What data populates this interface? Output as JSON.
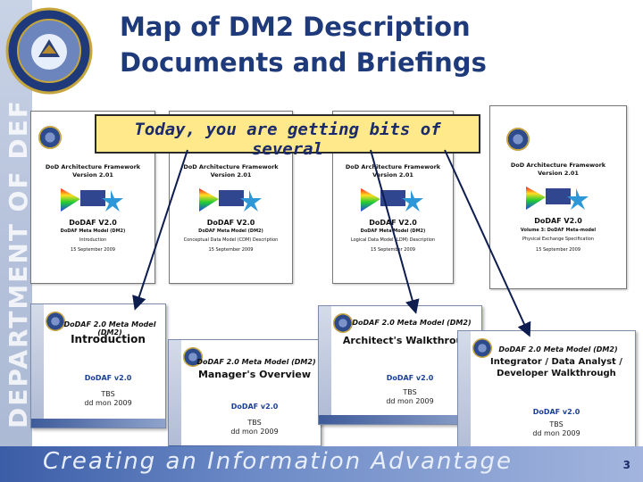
{
  "slide": {
    "title_line1": "Map of DM2 Description",
    "title_line2": "Documents and Briefings",
    "callout": "Today, you are getting bits of several",
    "footer": "Creating an Information Advantage",
    "page_number": "3",
    "left_band_text": "DEPARTMENT OF DEFENSE"
  },
  "documents": [
    {
      "l1": "DoD Architecture Framework",
      "l2": "Version 2.01",
      "brand": "DoDAF V2.0",
      "model": "DoDAF Meta Model (DM2)",
      "sub": "Introduction",
      "date": "15 September 2009"
    },
    {
      "l1": "DoD Architecture Framework",
      "l2": "Version 2.01",
      "brand": "DoDAF V2.0",
      "model": "DoDAF Meta Model (DM2)",
      "sub": "Conceptual Data Model (CDM) Description",
      "date": "15 September 2009"
    },
    {
      "l1": "DoD Architecture Framework",
      "l2": "Version 2.01",
      "brand": "DoDAF V2.0",
      "model": "DoDAF Meta Model (DM2)",
      "sub": "Logical Data Model (LDM) Description",
      "date": "15 September 2009"
    },
    {
      "l1": "DoD Architecture Framework",
      "l2": "Version 2.01",
      "brand": "DoDAF V2.0",
      "model": "Volume 3: DoDAF Meta-model",
      "sub": "Physical Exchange Specification",
      "date": "15 September 2009"
    }
  ],
  "briefings": [
    {
      "header": "DoDAF 2.0 Meta Model (DM2)",
      "name": "Introduction",
      "brand": "DoDAF v2.0",
      "tbs": "TBS",
      "date": "dd mon 2009"
    },
    {
      "header": "DoDAF 2.0 Meta Model (DM2)",
      "name": "Manager's Overview",
      "brand": "DoDAF v2.0",
      "tbs": "TBS",
      "date": "dd mon 2009"
    },
    {
      "header": "DoDAF 2.0 Meta Model (DM2)",
      "name": "Architect's Walkthrough",
      "brand": "DoDAF v2.0",
      "tbs": "TBS",
      "date": "dd mon 2009"
    },
    {
      "header": "DoDAF 2.0 Meta Model (DM2)",
      "name": "Integrator / Data Analyst / Developer Walkthrough",
      "brand": "DoDAF v2.0",
      "tbs": "TBS",
      "date": "dd mon 2009"
    }
  ]
}
